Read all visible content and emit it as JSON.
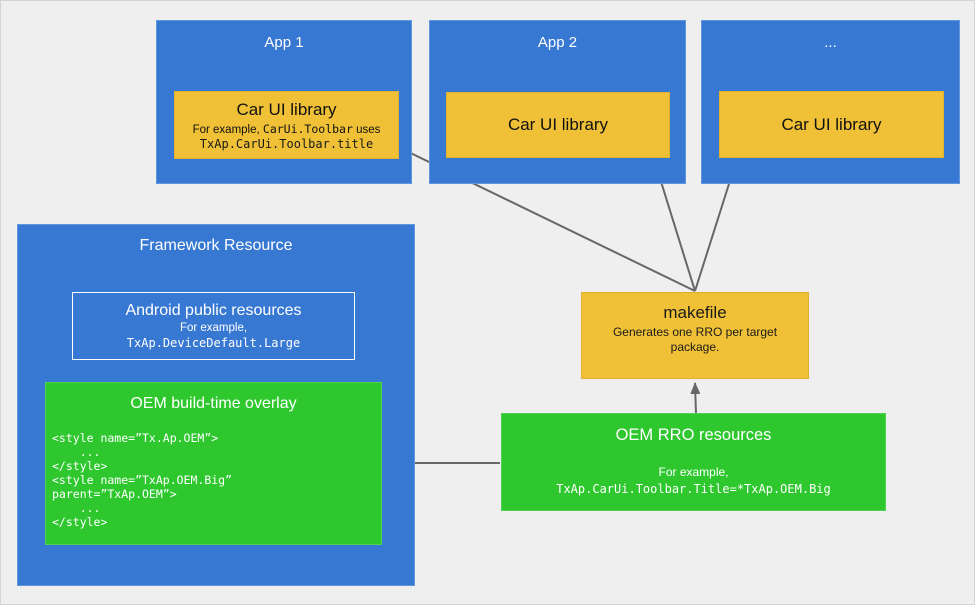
{
  "colors": {
    "blue": "#3778d2",
    "yellow": "#f0c137",
    "green": "#2ec82e",
    "arrow": "#676767",
    "background": "#efefef"
  },
  "apps": [
    {
      "title": "App 1",
      "library": {
        "title": "Car UI library",
        "example_prefix": "For example, ",
        "example_code": "CarUi.Toolbar",
        "example_suffix": " uses",
        "example_line2": "TxAp.CarUi.Toolbar.title"
      }
    },
    {
      "title": "App 2",
      "library": {
        "title": "Car UI library"
      }
    },
    {
      "title": "...",
      "library": {
        "title": "Car UI library"
      }
    }
  ],
  "framework": {
    "title": "Framework Resource",
    "public_resources": {
      "title": "Android public resources",
      "example_label": "For example,",
      "example_code": "TxAp.DeviceDefault.Large"
    },
    "overlay": {
      "title": "OEM build-time overlay",
      "code": "<style name=”Tx.Ap.OEM”>\n    ...\n</style>\n<style name=”TxAp.OEM.Big”\nparent=”TxAp.OEM”>\n    ...\n</style>"
    }
  },
  "makefile": {
    "title": "makefile",
    "subtitle": "Generates one RRO per target package."
  },
  "oem_rro": {
    "title": "OEM RRO resources",
    "example_label": "For example,",
    "example_code": "TxAp.CarUi.Toolbar.Title=*TxAp.OEM.Big"
  }
}
